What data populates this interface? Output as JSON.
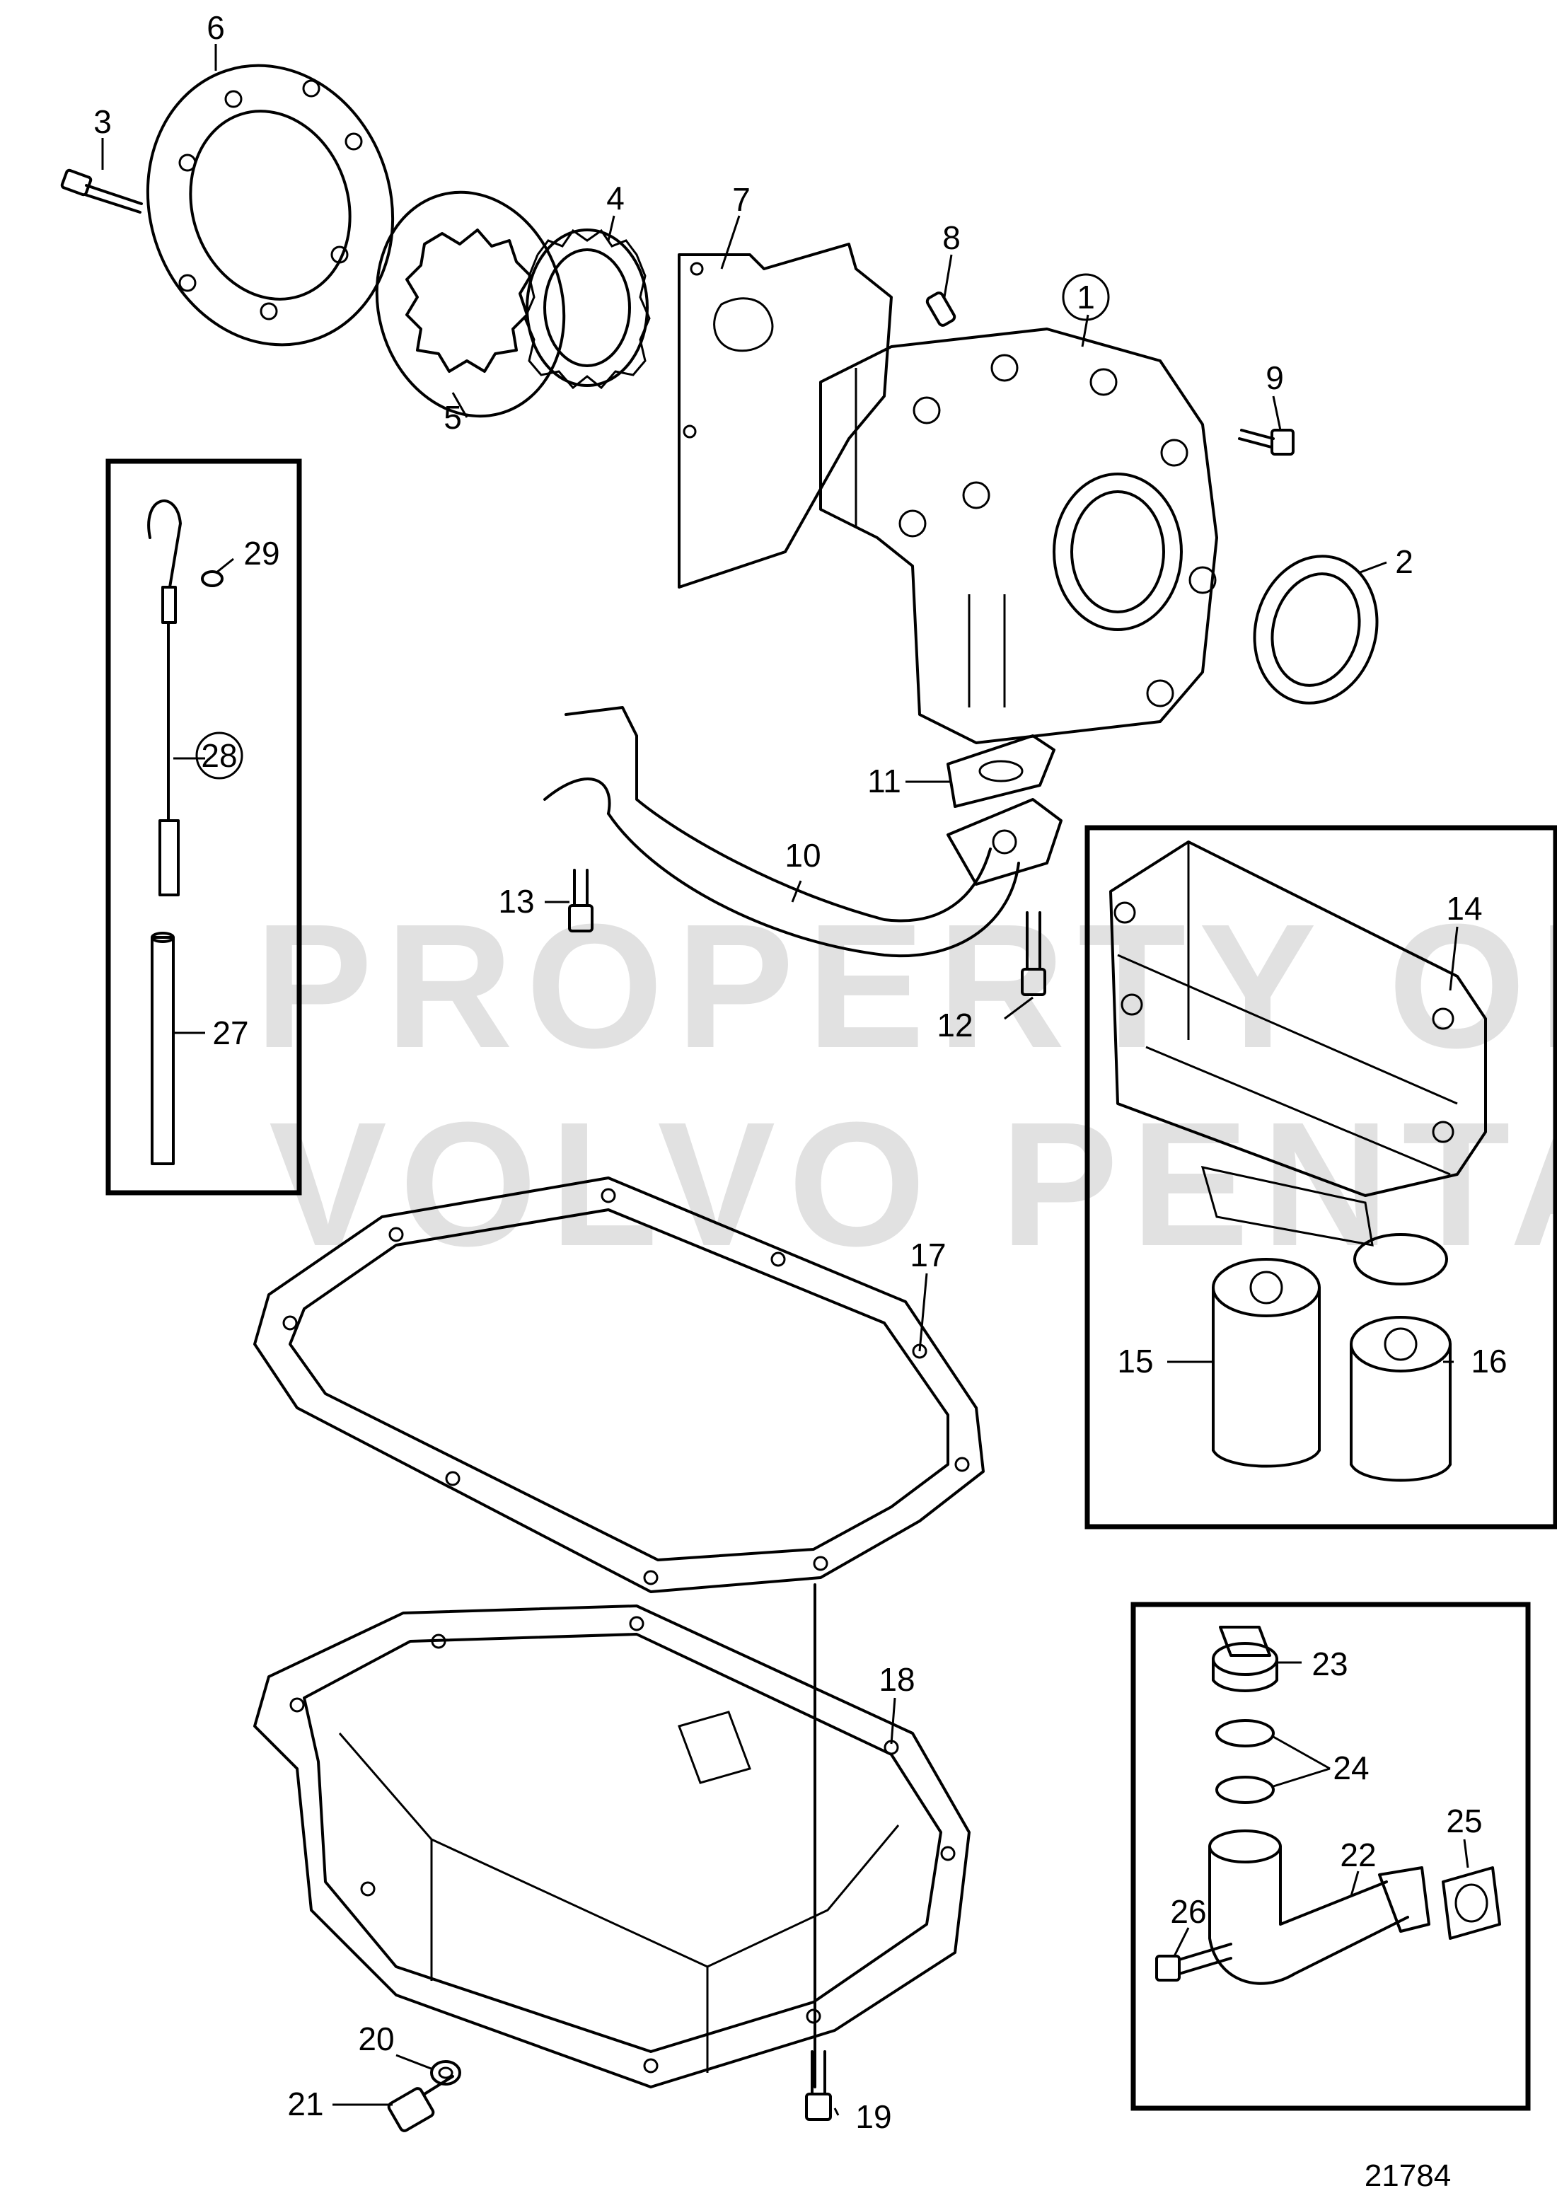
{
  "watermark": {
    "line1": "PROPERTY OF",
    "line2": "VOLVO PENTA"
  },
  "figure_number": "21784",
  "callouts": {
    "c1": "1",
    "c2": "2",
    "c3": "3",
    "c4": "4",
    "c5": "5",
    "c6": "6",
    "c7": "7",
    "c8": "8",
    "c9": "9",
    "c10": "10",
    "c11": "11",
    "c12": "12",
    "c13": "13",
    "c14": "14",
    "c15": "15",
    "c16": "16",
    "c17": "17",
    "c18": "18",
    "c19": "19",
    "c20": "20",
    "c21": "21",
    "c22": "22",
    "c23": "23",
    "c24": "24",
    "c25": "25",
    "c26": "26",
    "c27": "27",
    "c28": "28",
    "c29": "29"
  },
  "circled_callouts": [
    "1",
    "28"
  ]
}
